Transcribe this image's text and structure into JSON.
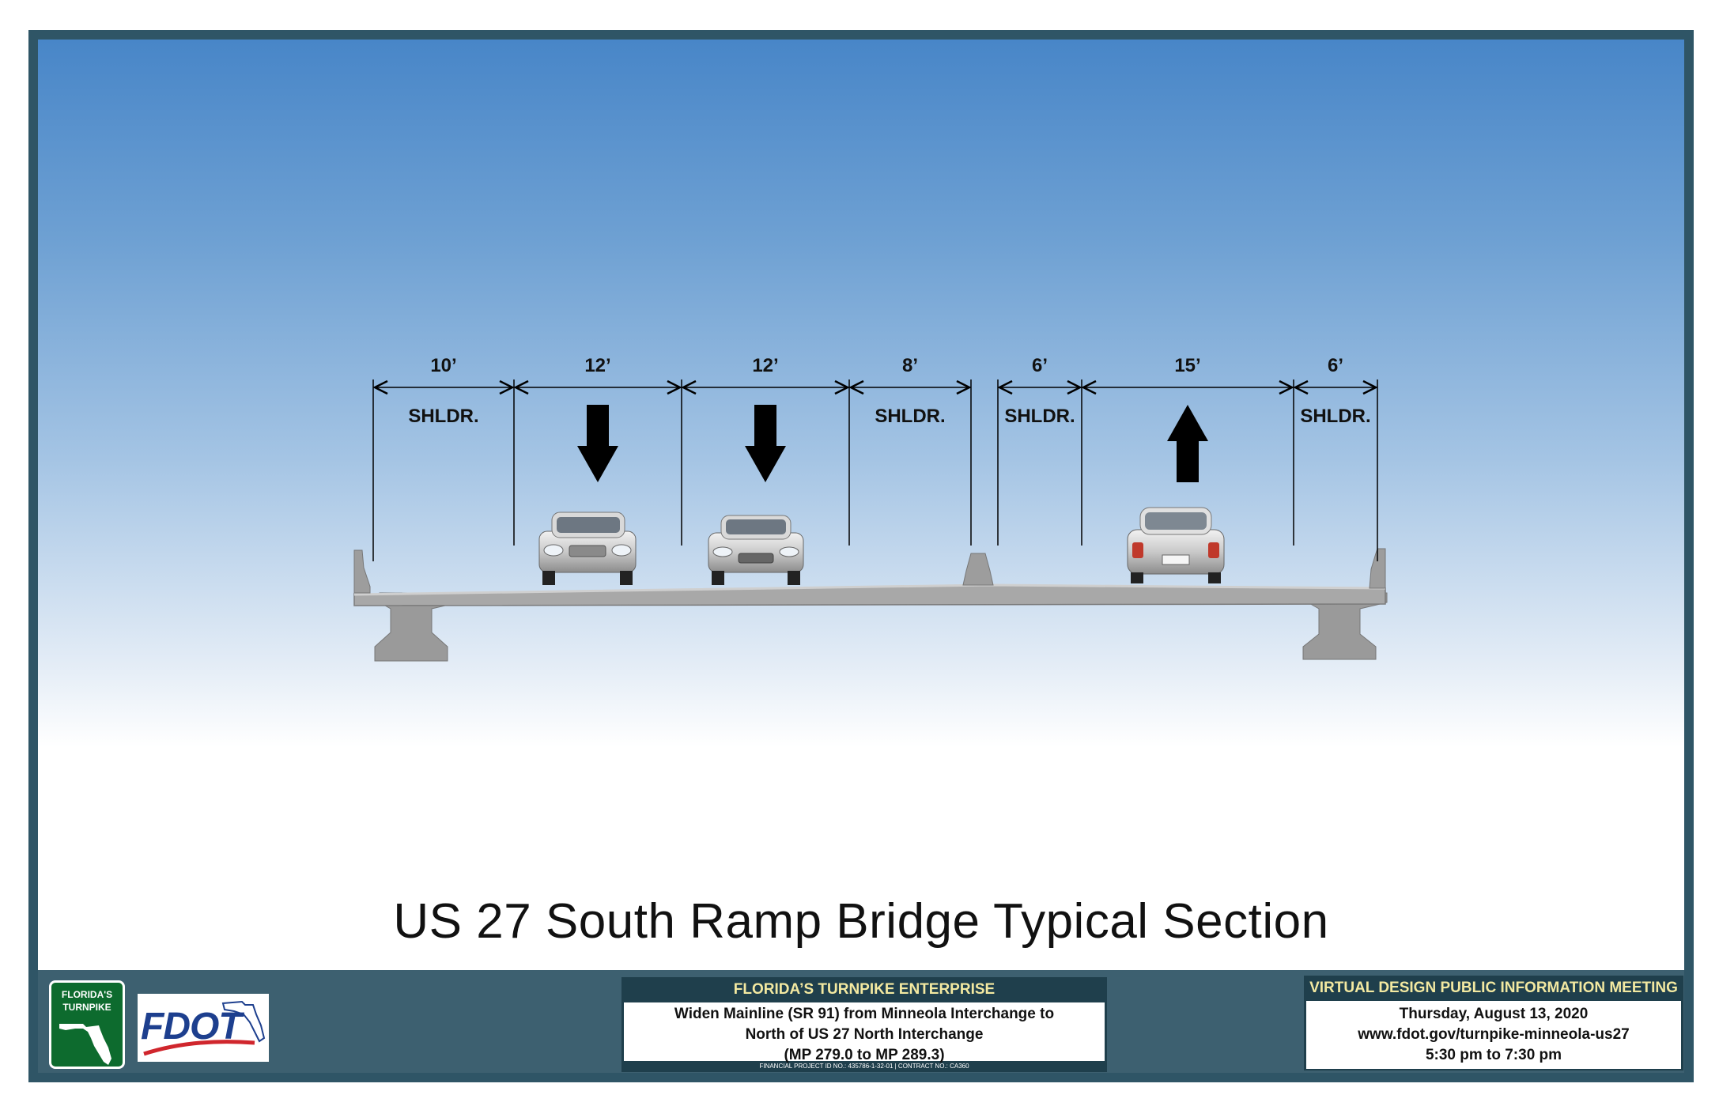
{
  "diagram": {
    "title": "US 27 South Ramp Bridge Typical Section",
    "dimensions": [
      {
        "width": "10’",
        "label": "SHLDR.",
        "arrow": ""
      },
      {
        "width": "12’",
        "label": "",
        "arrow": "down"
      },
      {
        "width": "12’",
        "label": "",
        "arrow": "down"
      },
      {
        "width": "8’",
        "label": "SHLDR.",
        "arrow": ""
      },
      {
        "width": "6’",
        "label": "SHLDR.",
        "arrow": ""
      },
      {
        "width": "15’",
        "label": "",
        "arrow": "up"
      },
      {
        "width": "6’",
        "label": "SHLDR.",
        "arrow": ""
      }
    ]
  },
  "footer": {
    "turnpike_logo": {
      "line1": "FLORIDA'S",
      "line2": "TURNPIKE"
    },
    "fdot_logo": "FDOT",
    "project": {
      "header": "FLORIDA’S TURNPIKE ENTERPRISE",
      "line1": "Widen Mainline (SR 91) from Minneola Interchange to",
      "line2": "North of US 27 North Interchange",
      "line3": "(MP 279.0 to MP 289.3)",
      "fine_print": "FINANCIAL PROJECT ID NO.: 435786-1-32-01 | CONTRACT NO.: CA360"
    },
    "meeting": {
      "header": "VIRTUAL DESIGN PUBLIC INFORMATION MEETING",
      "date": "Thursday, August 13, 2020",
      "url": "www.fdot.gov/turnpike-minneola-us27",
      "time": "5:30 pm to 7:30 pm"
    }
  },
  "colors": {
    "frame": "#2f5566",
    "footer": "#3d6070",
    "turnpike_green": "#0d6b2e",
    "fdot_blue": "#1d3f8e",
    "header_text": "#f3e9a1"
  }
}
